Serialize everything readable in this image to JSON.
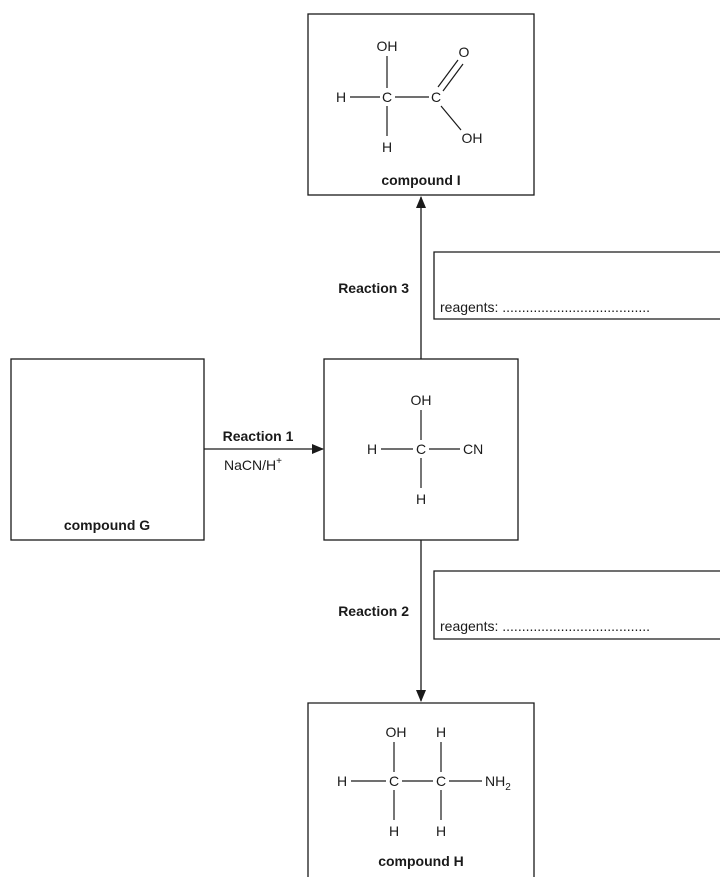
{
  "compound_I": {
    "label": "compound I",
    "atoms": {
      "oh_top": "OH",
      "h_left": "H",
      "c1": "C",
      "c2": "C",
      "o": "O",
      "oh_right": "OH",
      "h_bottom": "H"
    }
  },
  "compound_G": {
    "label": "compound G"
  },
  "intermediate": {
    "atoms": {
      "oh": "OH",
      "h_left": "H",
      "c": "C",
      "cn": "CN",
      "h_bottom": "H"
    }
  },
  "compound_H": {
    "label": "compound H",
    "atoms": {
      "oh": "OH",
      "h_top": "H",
      "h_left": "H",
      "c1": "C",
      "c2": "C",
      "nh": "NH",
      "nh_sub": "2",
      "h_bottom1": "H",
      "h_bottom2": "H"
    }
  },
  "reaction1": {
    "label": "Reaction 1",
    "reagent": "NaCN/H",
    "reagent_sup": "+"
  },
  "reaction2": {
    "label": "Reaction 2",
    "reagents_text": "reagents: ......................................"
  },
  "reaction3": {
    "label": "Reaction 3",
    "reagents_text": "reagents: ......................................"
  }
}
